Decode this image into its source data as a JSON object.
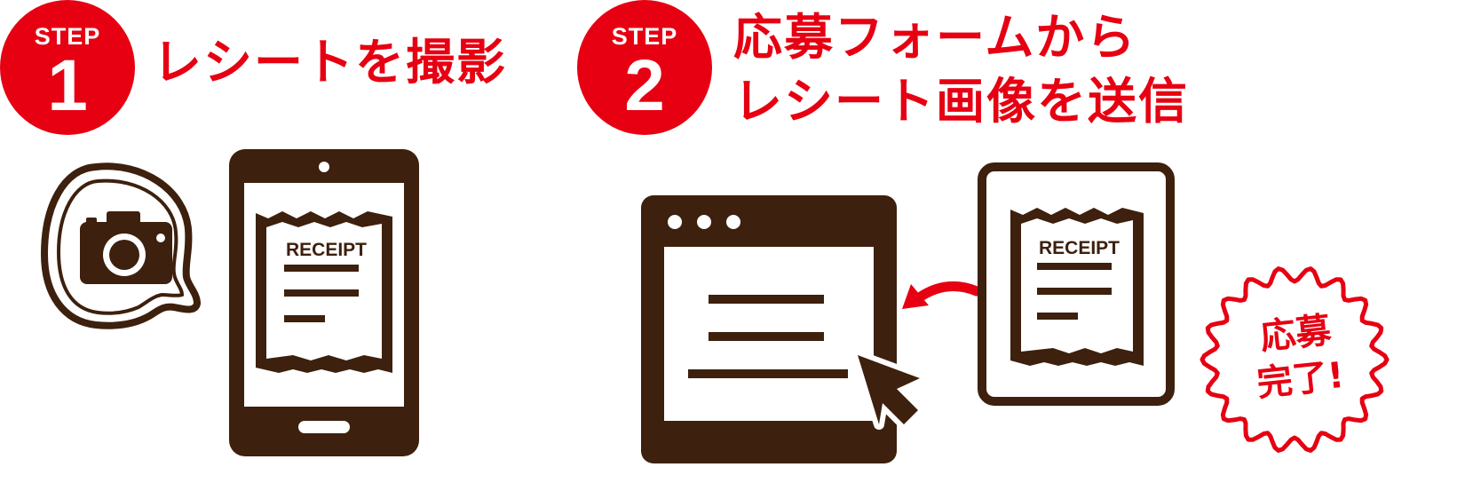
{
  "step1": {
    "badge_label": "STEP",
    "badge_number": "1",
    "title": "レシートを撮影"
  },
  "step2": {
    "badge_label": "STEP",
    "badge_number": "2",
    "title_line1": "応募フォームから",
    "title_line2": "レシート画像を送信"
  },
  "receipt": {
    "label": "RECEIPT"
  },
  "completion": {
    "line1": "応募",
    "line2": "完了!"
  },
  "colors": {
    "accent": "#e60012",
    "icon": "#3d200d",
    "background": "#ffffff"
  },
  "icons": [
    "camera-icon",
    "smartphone-icon",
    "receipt-icon",
    "browser-window-icon",
    "cursor-icon",
    "arrow-icon",
    "starburst-badge"
  ]
}
